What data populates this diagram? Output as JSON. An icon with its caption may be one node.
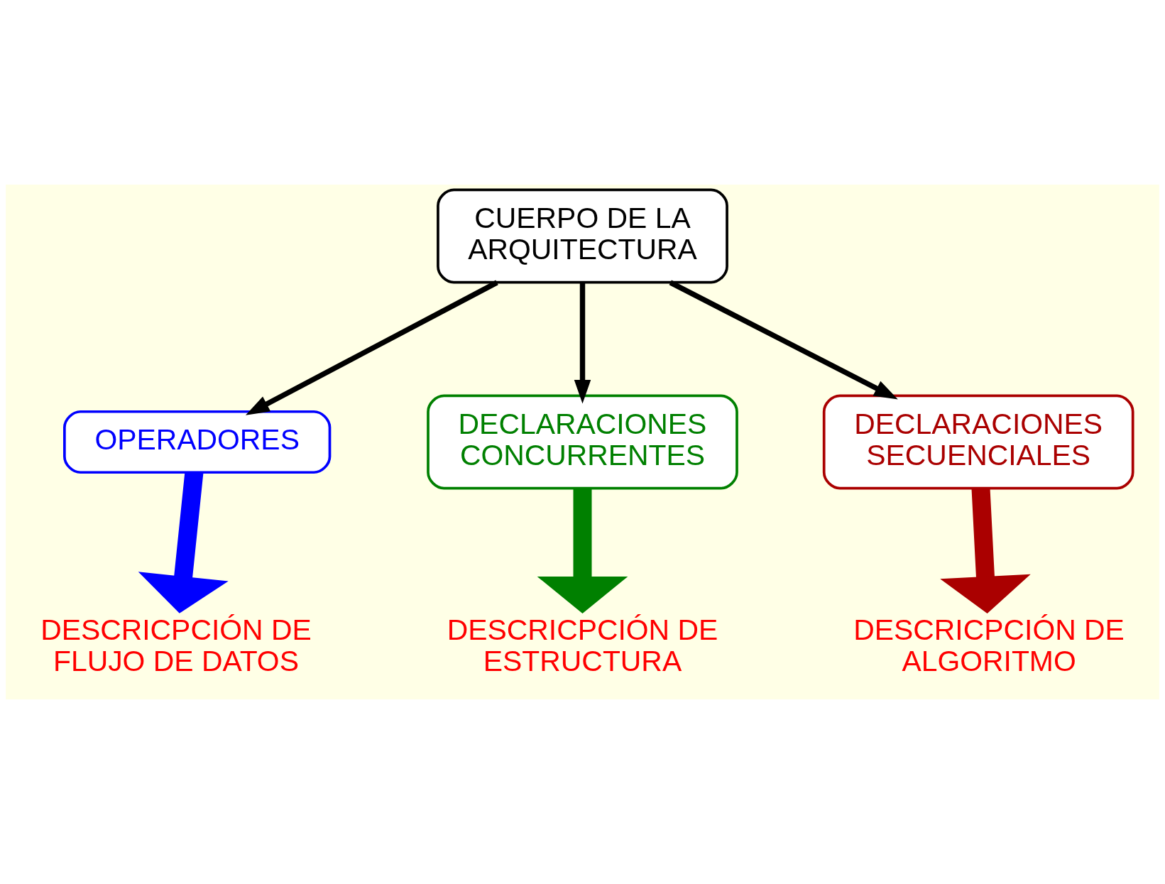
{
  "diagram": {
    "nodes": [
      {
        "text": [
          "CUERPO DE LA ARQUITECTURA"
        ]
      },
      {
        "text": [
          "OPERADORES"
        ]
      },
      {
        "text": [
          "DECLARACIONES CONCURRENTES"
        ]
      },
      {
        "text": [
          "DECLARACIONES SECUENCIALES"
        ]
      },
      {
        "text": [
          "DESCRICPCIÓN DE FLUJO DE DATOS"
        ]
      },
      {
        "text": [
          "DESCRICPCIÓN DE ESTRUCTURA"
        ]
      },
      {
        "text": [
          "DESCRICPCIÓN DE ALGORITMO"
        ]
      }
    ],
    "edges": [
      {
        "from": 0,
        "to": 1,
        "arrow": "to"
      },
      {
        "from": 0,
        "to": 2,
        "arrow": "to"
      },
      {
        "from": 0,
        "to": 3,
        "arrow": "to"
      },
      {
        "from": 1,
        "to": 4,
        "arrow": "to",
        "style": "thick",
        "color": "#0000ff"
      },
      {
        "from": 2,
        "to": 5,
        "arrow": "to",
        "style": "thick",
        "color": "#008000"
      },
      {
        "from": 3,
        "to": 6,
        "arrow": "to",
        "style": "thick",
        "color": "#aa0000"
      }
    ]
  }
}
